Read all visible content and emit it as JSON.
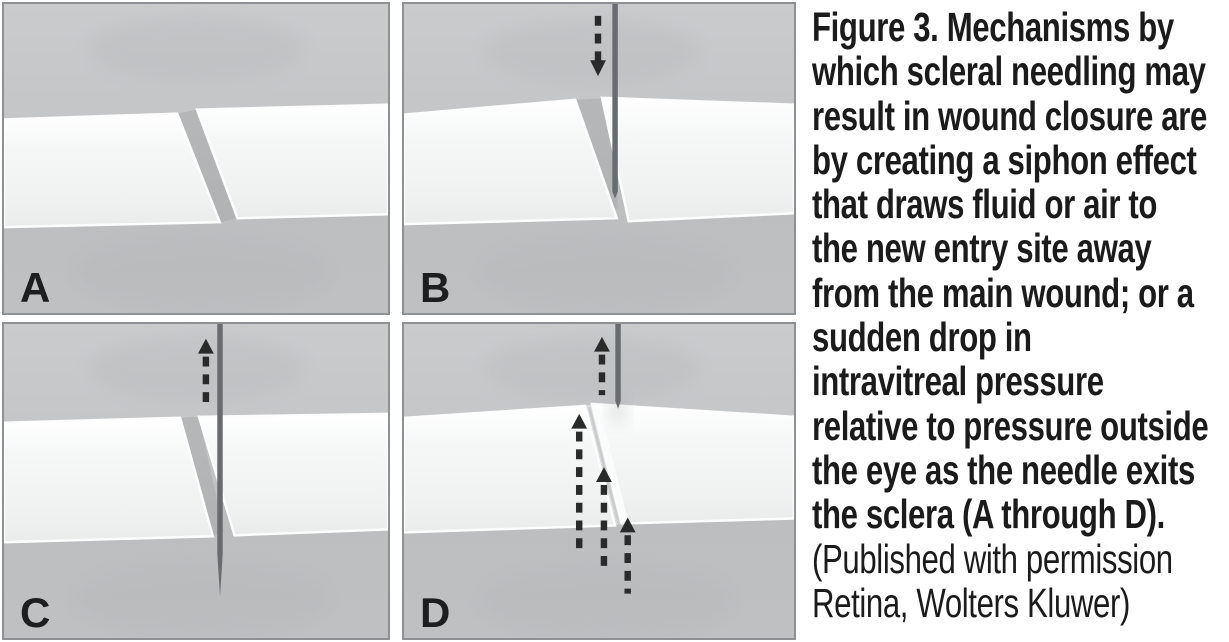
{
  "figure": {
    "panels": [
      {
        "label": "A",
        "needle": "none",
        "arrows": []
      },
      {
        "label": "B",
        "needle": "inserted-through-wound",
        "arrows": [
          "dashed-down-arrow"
        ]
      },
      {
        "label": "C",
        "needle": "fully-penetrating-sclera",
        "arrows": [
          "dashed-up-arrow"
        ]
      },
      {
        "label": "D",
        "needle": "withdrawn-stub",
        "arrows": [
          "dashed-up-arrow",
          "dashed-up-arrow",
          "dashed-up-arrow",
          "dashed-up-arrow"
        ]
      }
    ],
    "caption": {
      "lines": [
        "Figure 3. Mechanisms by",
        "which scleral needling may",
        "result in wound closure are",
        "by creating a siphon effect",
        "that draws fluid or air to",
        "the new entry site away",
        "from the main wound; or a",
        "sudden drop in",
        "intravitreal pressure",
        "relative to pressure outside",
        "the eye as the needle exits",
        "the sclera (A through D).",
        "(Published with permission",
        "Retina, Wolters Kluwer)"
      ],
      "bold_line_count": 12
    },
    "colors": {
      "panel_background": "#c3c5c7",
      "sclera_band": "#f2f3f3",
      "needle": "#686c70",
      "arrow": "#2a2a2a",
      "panel_border": "#8e9194",
      "label_text": "#1e1e1e",
      "caption_text": "#1b1b1b",
      "page_background": "#ffffff"
    }
  }
}
